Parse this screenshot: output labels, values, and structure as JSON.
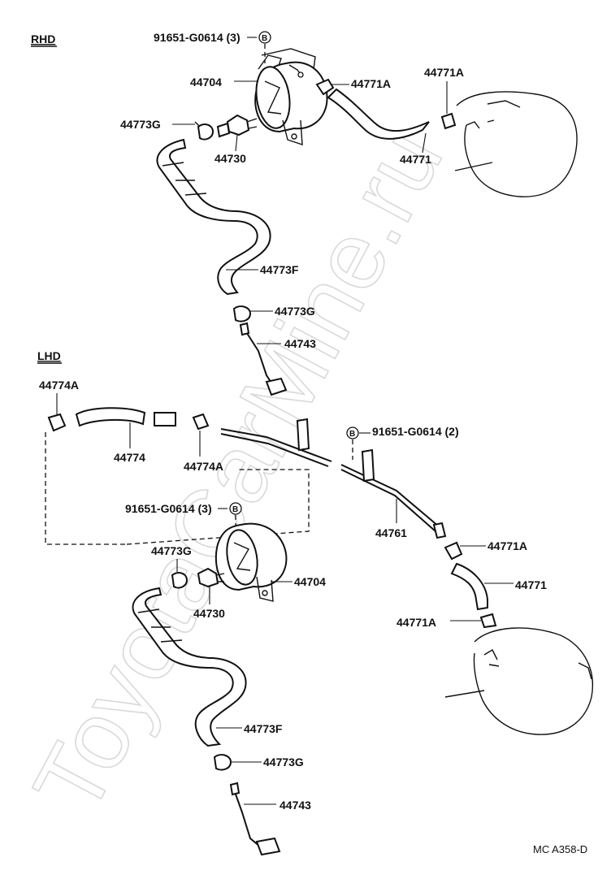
{
  "watermark": "ToyotaCarMine.ru",
  "sections": {
    "rhd": "RHD",
    "lhd": "LHD"
  },
  "bolt_marker": "B",
  "labels": {
    "rhd_bolt": "91651-G0614 (3)",
    "rhd_44704": "44704",
    "rhd_44771A": "44771A",
    "rhd_44771A_2": "44771A",
    "rhd_44773G": "44773G",
    "rhd_44730": "44730",
    "rhd_44771": "44771",
    "rhd_44773F": "44773F",
    "rhd_44773G_2": "44773G",
    "rhd_44743": "44743",
    "lhd_44774A": "44774A",
    "lhd_44774": "44774",
    "lhd_44774A_2": "44774A",
    "lhd_bolt_2": "91651-G0614 (2)",
    "lhd_bolt_3": "91651-G0614 (3)",
    "lhd_44761": "44761",
    "lhd_44773G": "44773G",
    "lhd_44704": "44704",
    "lhd_44771A": "44771A",
    "lhd_44730": "44730",
    "lhd_44771": "44771",
    "lhd_44771A_2": "44771A",
    "lhd_44773F": "44773F",
    "lhd_44773G_2": "44773G",
    "lhd_44743": "44743"
  },
  "footer_code": "MC A358-D"
}
